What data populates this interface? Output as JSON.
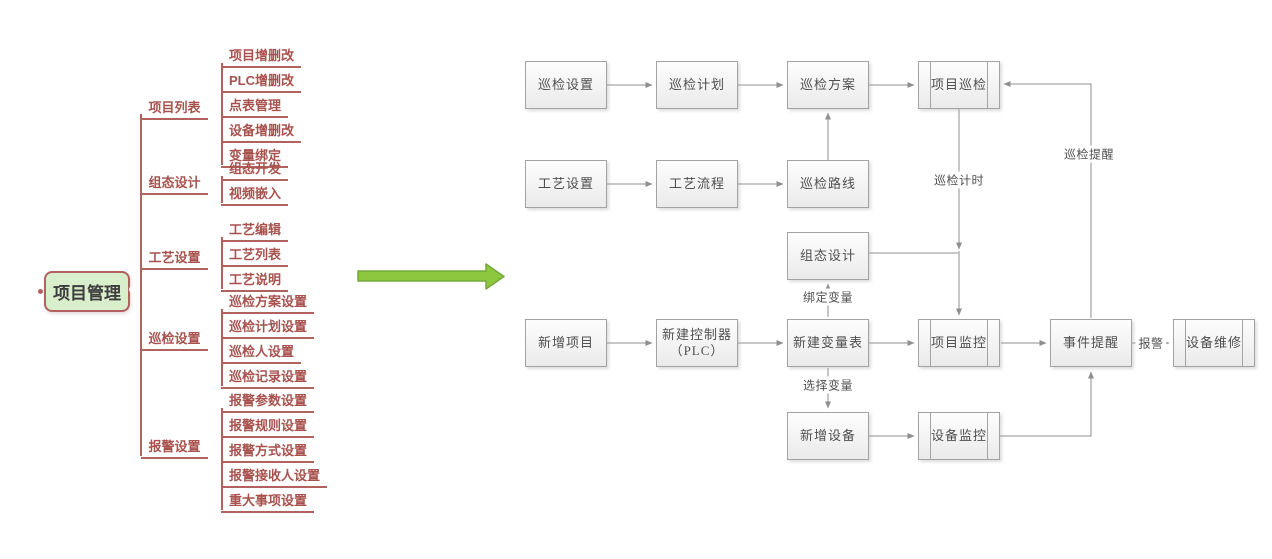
{
  "mindmap": {
    "root_label": "项目管理",
    "branches": [
      {
        "label": "项目列表",
        "children": [
          "项目增删改",
          "PLC增删改",
          "点表管理",
          "设备增删改",
          "变量绑定"
        ]
      },
      {
        "label": "组态设计",
        "children": [
          "组态开发",
          "视频嵌入"
        ]
      },
      {
        "label": "工艺设置",
        "children": [
          "工艺编辑",
          "工艺列表",
          "工艺说明"
        ]
      },
      {
        "label": "巡检设置",
        "children": [
          "巡检方案设置",
          "巡检计划设置",
          "巡检人设置",
          "巡检记录设置"
        ]
      },
      {
        "label": "报警设置",
        "children": [
          "报警参数设置",
          "报警规则设置",
          "报警方式设置",
          "报警接收人设置",
          "重大事项设置"
        ]
      }
    ],
    "colors": {
      "root_fill": "#d9eecb",
      "line": "#b2625e",
      "text": "#a8524e"
    }
  },
  "transform_arrow": {
    "direction": "right",
    "color": "#8dc63f"
  },
  "flowchart": {
    "nodes": {
      "patrol_settings": "巡检设置",
      "patrol_plan": "巡检计划",
      "patrol_scheme": "巡检方案",
      "project_patrol": "项目巡检",
      "craft_settings": "工艺设置",
      "craft_flow": "工艺流程",
      "patrol_route": "巡检路线",
      "config_design": "组态设计",
      "new_project": "新增项目",
      "new_controller": "新建控制器\n（PLC）",
      "new_variable_table": "新建变量表",
      "project_monitor": "项目监控",
      "event_reminder": "事件提醒",
      "device_repair": "设备维修",
      "new_device": "新增设备",
      "device_monitor": "设备监控"
    },
    "edge_labels": {
      "patrol_timing": "巡检计时",
      "patrol_reminder": "巡检提醒",
      "bind_variable": "绑定变量",
      "select_variable": "选择变量",
      "alarm": "报警"
    },
    "colors": {
      "line": "#8f8f8f",
      "box_border": "#a3a3a3",
      "text": "#4f4f4f"
    }
  }
}
